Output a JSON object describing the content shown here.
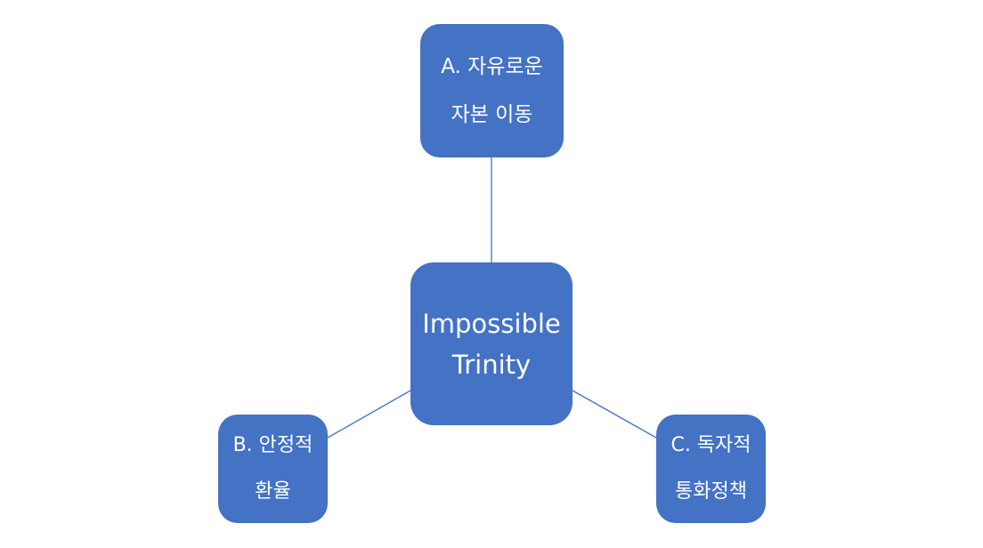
{
  "diagram": {
    "center": {
      "lines": [
        "Impossible",
        "Trinity"
      ]
    },
    "node_a": {
      "lines": [
        "A. 자유로운",
        "자본 이동"
      ]
    },
    "node_b": {
      "lines": [
        "B. 안정적",
        "환율"
      ]
    },
    "node_c": {
      "lines": [
        "C. 독자적",
        "통화정책"
      ]
    }
  },
  "colors": {
    "node_fill": "#4472c4",
    "node_text": "#ffffff",
    "connector": "#4472c4",
    "background": "#ffffff"
  }
}
